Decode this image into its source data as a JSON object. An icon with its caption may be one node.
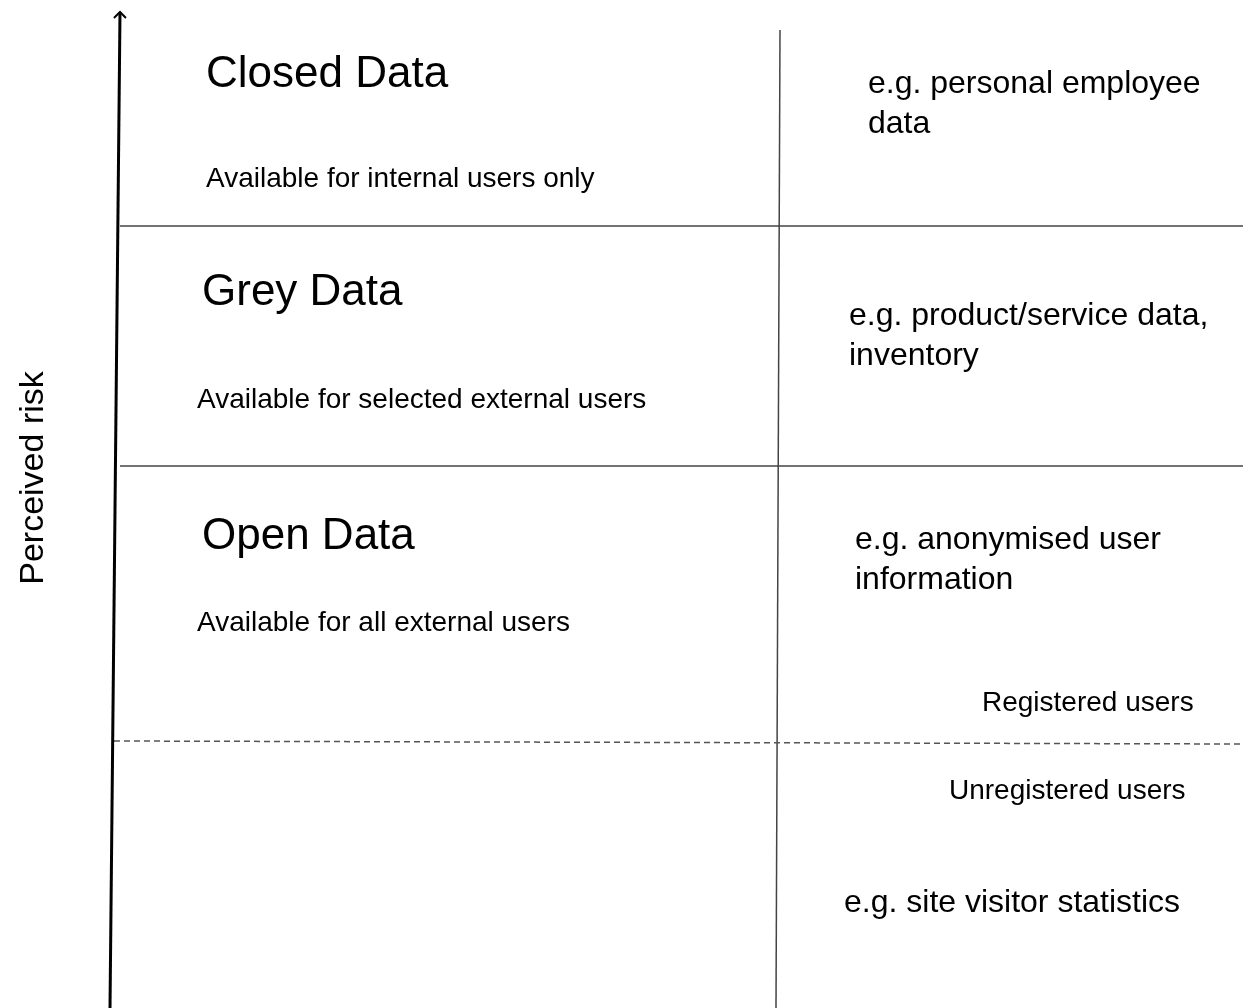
{
  "diagram": {
    "labels": [
      "Closed Data",
      "e.g. personal employee data",
      "Available for internal users only",
      "Grey Data",
      "e.g. product/service data, inventory",
      "Available for selected external users",
      "Open Data",
      "e.g. anonymised user information",
      "Available for all external users",
      "Registered users",
      "Unregistered users",
      "e.g. site visitor statistics",
      "Perceived risk"
    ]
  }
}
